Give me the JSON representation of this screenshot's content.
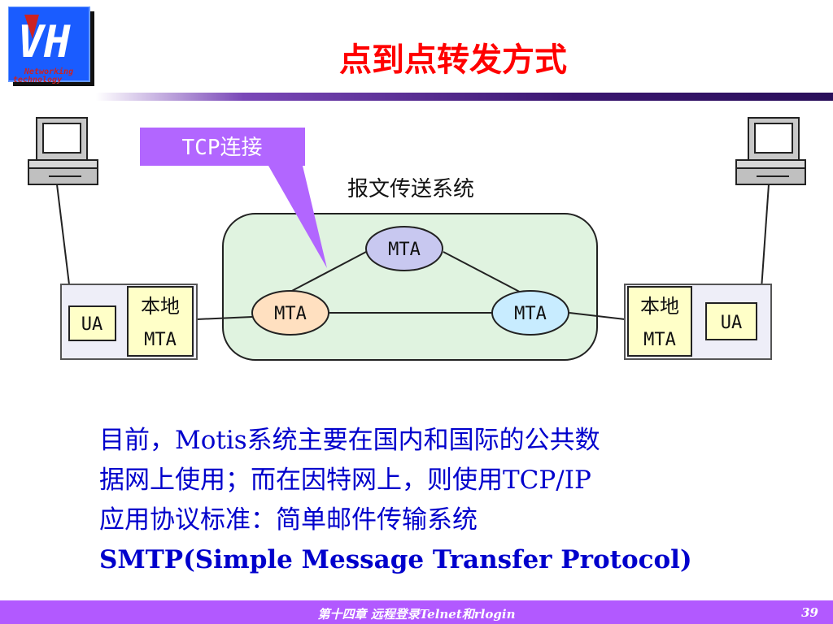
{
  "slide": {
    "title": "点到点转发方式",
    "logo_letters": "VH",
    "logo_caption_1": "Networking",
    "logo_caption_2": "technology"
  },
  "diagram": {
    "callout_label": "TCP连接",
    "system_label": "报文传送系统",
    "left_ua": "UA",
    "left_local_1": "本地",
    "left_local_2": "MTA",
    "right_ua": "UA",
    "right_local_1": "本地",
    "right_local_2": "MTA",
    "mta_top": "MTA",
    "mta_left": "MTA",
    "mta_right": "MTA"
  },
  "body": {
    "line1": "目前，Motis系统主要在国内和国际的公共数",
    "line2": "据网上使用；而在因特网上，则使用TCP/IP",
    "line3": "应用协议标准：简单邮件传输系统",
    "line4": "SMTP(Simple Message Transfer Protocol)"
  },
  "footer": {
    "chapter": "第十四章   远程登录Telnet和rlogin",
    "page": "39"
  },
  "colors": {
    "title": "#ff0000",
    "body_text": "#0000cc",
    "footer_bg": "#b259ff",
    "system_bg": "#e0f3e0",
    "callout_bg": "#b266ff"
  }
}
